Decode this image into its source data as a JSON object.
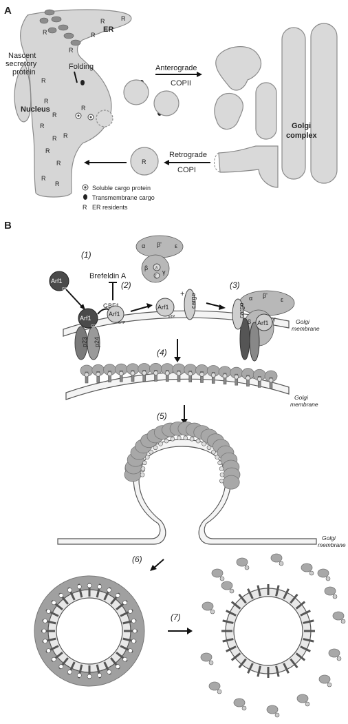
{
  "panels": {
    "a": {
      "letter": "A",
      "labels": {
        "er": "ER",
        "nucleus": "Nucleus",
        "nascent_1": "Nascent",
        "nascent_2": "secretory",
        "nascent_3": "protein",
        "folding": "Folding",
        "anterograde": "Anterograde",
        "copii": "COPII",
        "retrograde": "Retrograde",
        "copi": "COPI",
        "golgi_1": "Golgi",
        "golgi_2": "complex",
        "er_resident_mark": "R"
      },
      "legend": [
        {
          "key": "soluble",
          "label": "Soluble cargo protein"
        },
        {
          "key": "transmembrane",
          "label": "Transmembrane cargo"
        },
        {
          "key": "resident",
          "label": "ER residents",
          "symbol": "R"
        }
      ]
    },
    "b": {
      "letter": "B",
      "steps": [
        "(1)",
        "(2)",
        "(3)",
        "(4)",
        "(5)",
        "(6)",
        "(7)"
      ],
      "labels": {
        "arf1": "Arf1",
        "gdp": "GDP",
        "gtp": "GTP",
        "brefeldin": "Brefeldin A",
        "gbf1": "GBF1",
        "cargo": "cargo",
        "p23": "p23",
        "p24": "p24",
        "plus": "+",
        "golgi_membrane_1": "Golgi",
        "golgi_membrane_2": "membrane",
        "alpha": "α",
        "beta": "β",
        "beta_prime": "β'",
        "gamma": "γ",
        "delta": "δ",
        "epsilon": "ε",
        "zeta": "ζ"
      }
    }
  }
}
